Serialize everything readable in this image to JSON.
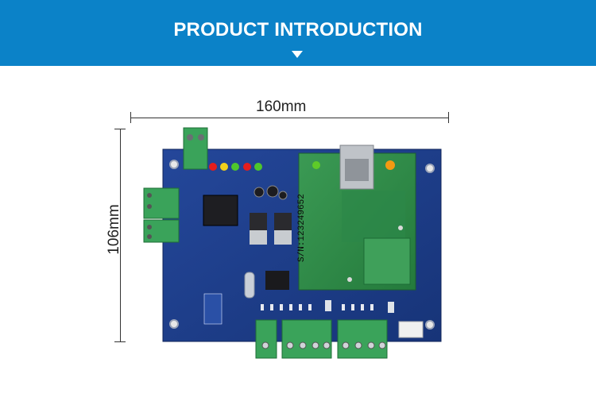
{
  "banner": {
    "title": "PRODUCT INTRODUCTION",
    "color": "#0b82c8"
  },
  "dimensions": {
    "width_label": "160mm",
    "height_label": "106mm"
  },
  "board": {
    "serial": "S/N:123249652",
    "pcb_color": "#1d3f8f",
    "module_color": "#2f8f4a",
    "terminal_color": "#3aa35a"
  }
}
